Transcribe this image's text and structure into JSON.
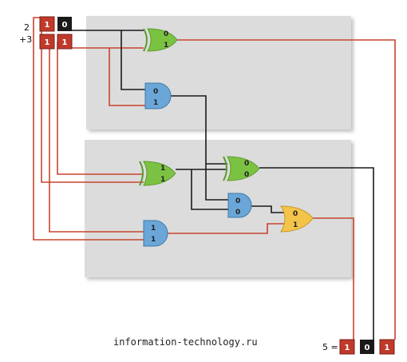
{
  "inputs": {
    "a_label": "2",
    "b_label": "+3",
    "a_bits": [
      "1",
      "0"
    ],
    "b_bits": [
      "1",
      "1"
    ]
  },
  "output": {
    "label": "5 =",
    "bits": [
      "1",
      "0",
      "1"
    ]
  },
  "gates": {
    "xor_top": [
      "0",
      "1"
    ],
    "and_top": [
      "0",
      "1"
    ],
    "xor_mid_left": [
      "1",
      "1"
    ],
    "xor_mid_right": [
      "0",
      "0"
    ],
    "and_mid": [
      "0",
      "0"
    ],
    "and_bottom": [
      "1",
      "1"
    ],
    "or_gate": [
      "0",
      "1"
    ]
  },
  "watermark": "information-technology.ru",
  "colors": {
    "bit_one": "#c0392b",
    "bit_zero": "#1a1a1a",
    "xor_gate": "#7cc242",
    "and_gate": "#6aa7d8",
    "or_gate": "#f3c34a",
    "wire_red": "#c8442e",
    "wire_black": "#1a1a1a",
    "panel": "#dcdcdc"
  }
}
